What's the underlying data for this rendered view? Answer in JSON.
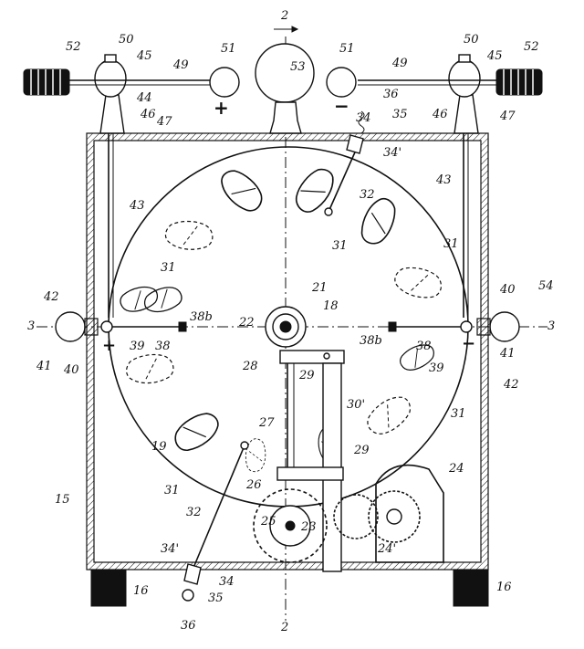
{
  "labels": {
    "l2_top": "2",
    "l2_bottom": "2",
    "l3_left": "3",
    "l3_right": "3",
    "l15": "15",
    "l16_left": "16",
    "l16_right": "16",
    "l18": "18",
    "l19": "19",
    "l21": "21",
    "l22": "22",
    "l23": "23",
    "l24": "24",
    "l24p": "24'",
    "l25": "25",
    "l26": "26",
    "l27": "27",
    "l28": "28",
    "l29_top": "29",
    "l29_low": "29",
    "l30p": "30'",
    "l31_a": "31",
    "l31_b": "31",
    "l31_c": "31",
    "l31_d": "31",
    "l31_e": "31",
    "l32_top": "32",
    "l32_bottom": "32",
    "l34_top": "34",
    "l34p_top": "34'",
    "l34_bottom": "34",
    "l34p_bottom": "34'",
    "l35_top": "35",
    "l35_bottom": "35",
    "l36_top": "36",
    "l36_bottom": "36",
    "l38_left": "38",
    "l38b_left": "38b",
    "l38_right": "38",
    "l38b_right": "38b",
    "l39_left": "39",
    "l39_right": "39",
    "l40_left": "40",
    "l40_right": "40",
    "l41_left": "41",
    "l41_right": "41",
    "l42_left": "42",
    "l42_right": "42",
    "l43_left": "43",
    "l43_right": "43",
    "l44": "44",
    "l45_left": "45",
    "l45_right": "45",
    "l46_left": "46",
    "l46_right": "46",
    "l47_left": "47",
    "l47_right": "47",
    "l49_left": "49",
    "l49_right": "49",
    "l50_left": "50",
    "l50_right": "50",
    "l51_left": "51",
    "l51_right": "51",
    "l52_left": "52",
    "l52_right": "52",
    "l53": "53",
    "l54": "54"
  },
  "signs": {
    "plus_top": "+",
    "minus_top": "−",
    "plus_side": "+",
    "minus_side": "−"
  }
}
